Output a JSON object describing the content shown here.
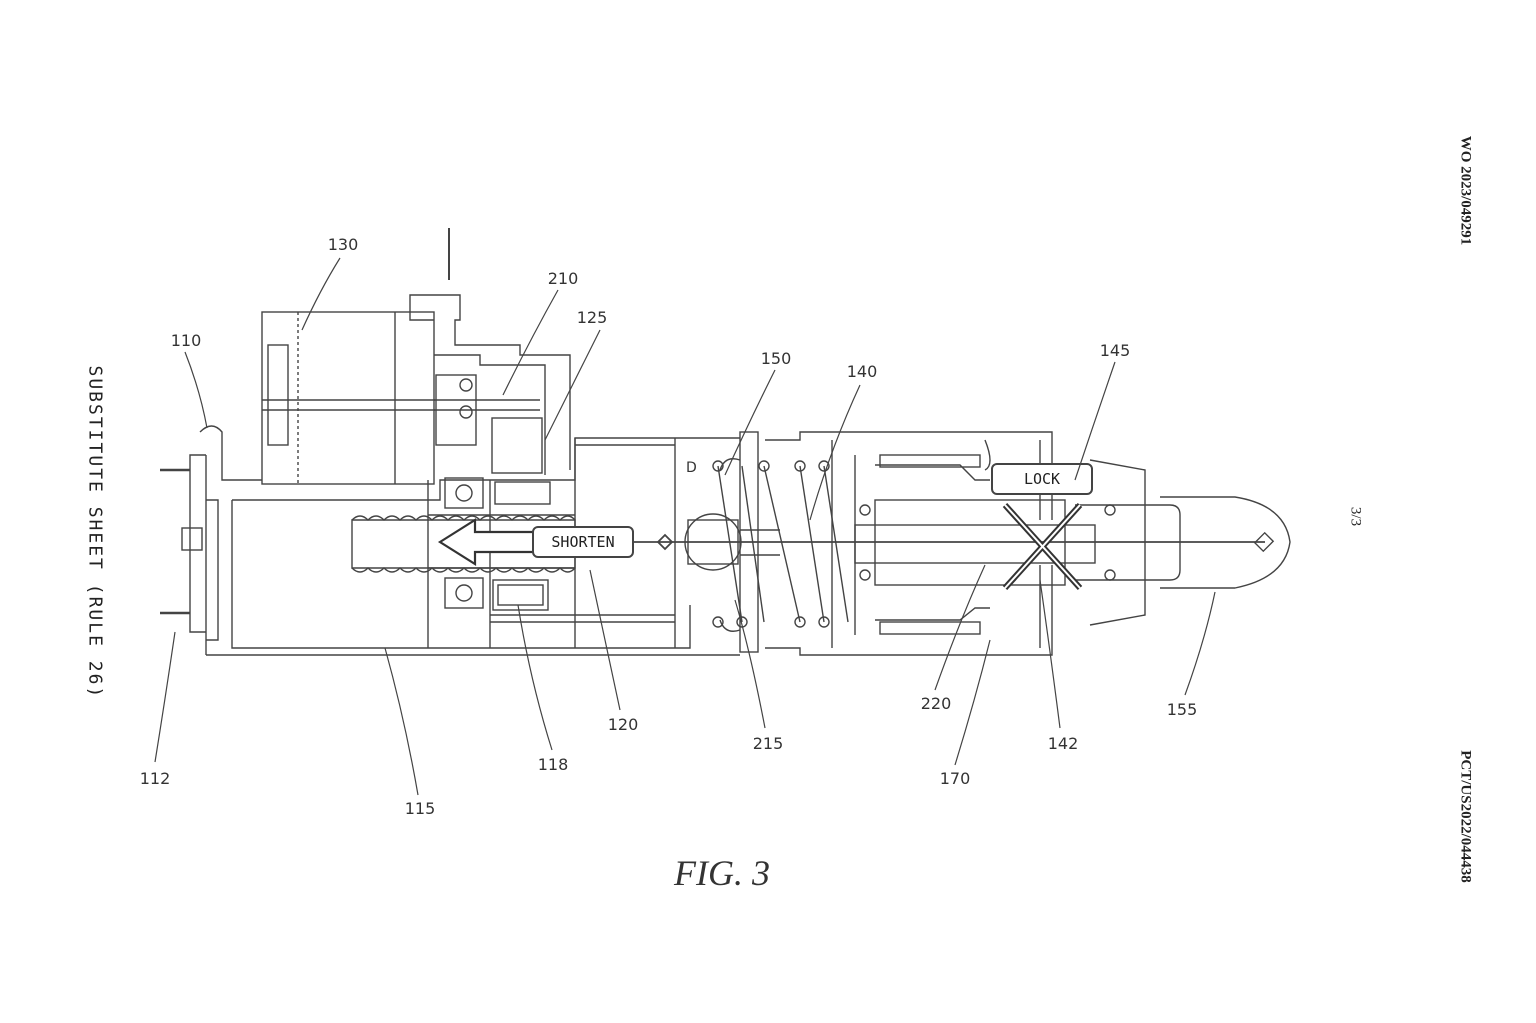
{
  "margin_text": {
    "left": "SUBSTITUTE SHEET (RULE 26)",
    "right_top": "WO 2023/049291",
    "right_bottom": "PCT/US2022/044438",
    "page": "3/3"
  },
  "figure": {
    "caption": "FIG. 3",
    "callouts": {
      "shorten": "SHORTEN",
      "lock": "LOCK",
      "d": "D"
    },
    "refs": {
      "r130": "130",
      "r210": "210",
      "r125": "125",
      "r110": "110",
      "r150": "150",
      "r140": "140",
      "r145": "145",
      "r120": "120",
      "r215": "215",
      "r220": "220",
      "r142": "142",
      "r155": "155",
      "r112": "112",
      "r118": "118",
      "r115": "115",
      "r170": "170"
    }
  }
}
